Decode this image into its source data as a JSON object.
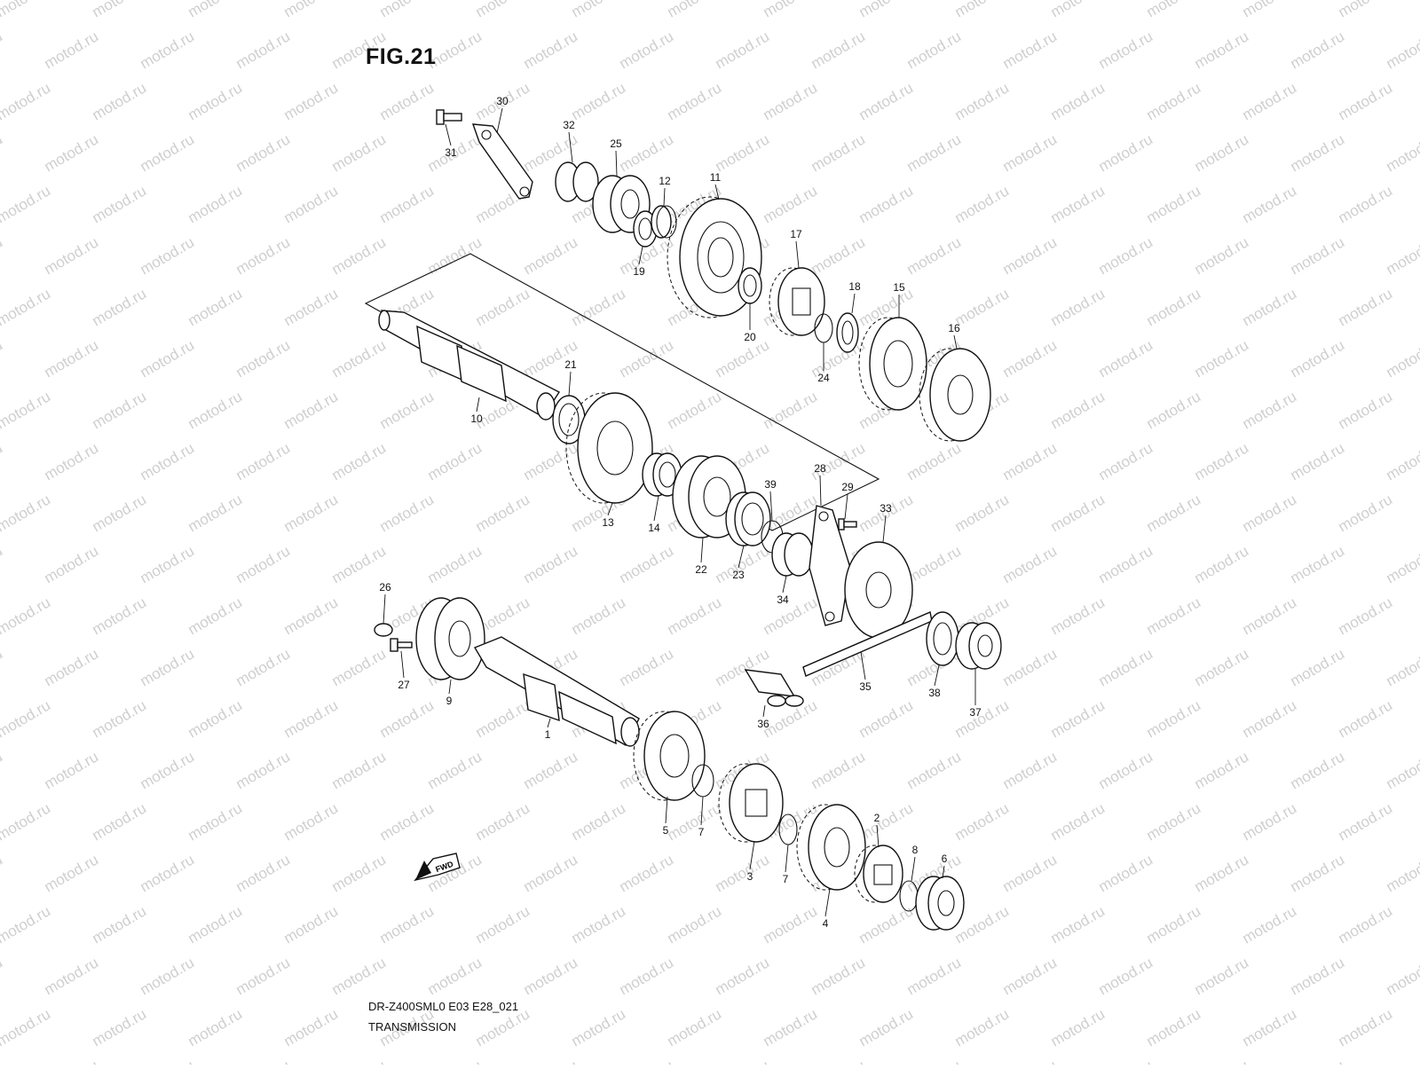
{
  "figure": {
    "title": "FIG.21",
    "model_code": "DR-Z400SML0 E03 E28_021",
    "section_title": "TRANSMISSION",
    "fwd_label": "FWD",
    "watermark": "motod.ru"
  },
  "callouts": [
    "1",
    "2",
    "3",
    "4",
    "5",
    "6",
    "7",
    "7",
    "8",
    "9",
    "10",
    "11",
    "12",
    "13",
    "14",
    "15",
    "16",
    "17",
    "18",
    "19",
    "20",
    "21",
    "22",
    "23",
    "24",
    "25",
    "26",
    "27",
    "28",
    "29",
    "30",
    "31",
    "32",
    "33",
    "34",
    "35",
    "36",
    "37",
    "38",
    "39"
  ],
  "icons": [
    "fwd-arrow-icon"
  ]
}
